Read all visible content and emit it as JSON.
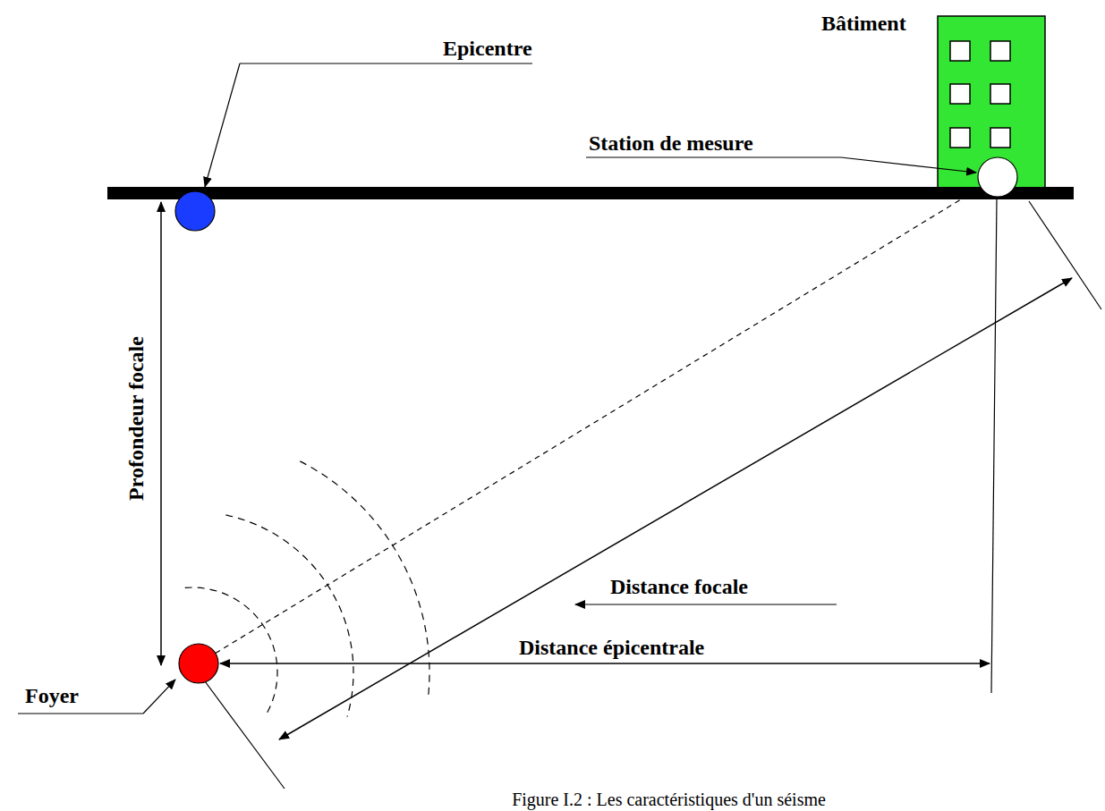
{
  "diagram": {
    "caption": "Figure I.2 : Les caractéristiques d'un séisme",
    "labels": [
      "Bâtiment",
      "Epicentre",
      "Station de mesure",
      "Profondeur focale",
      "Distance focale",
      "Distance épicentrale",
      "Foyer"
    ]
  }
}
